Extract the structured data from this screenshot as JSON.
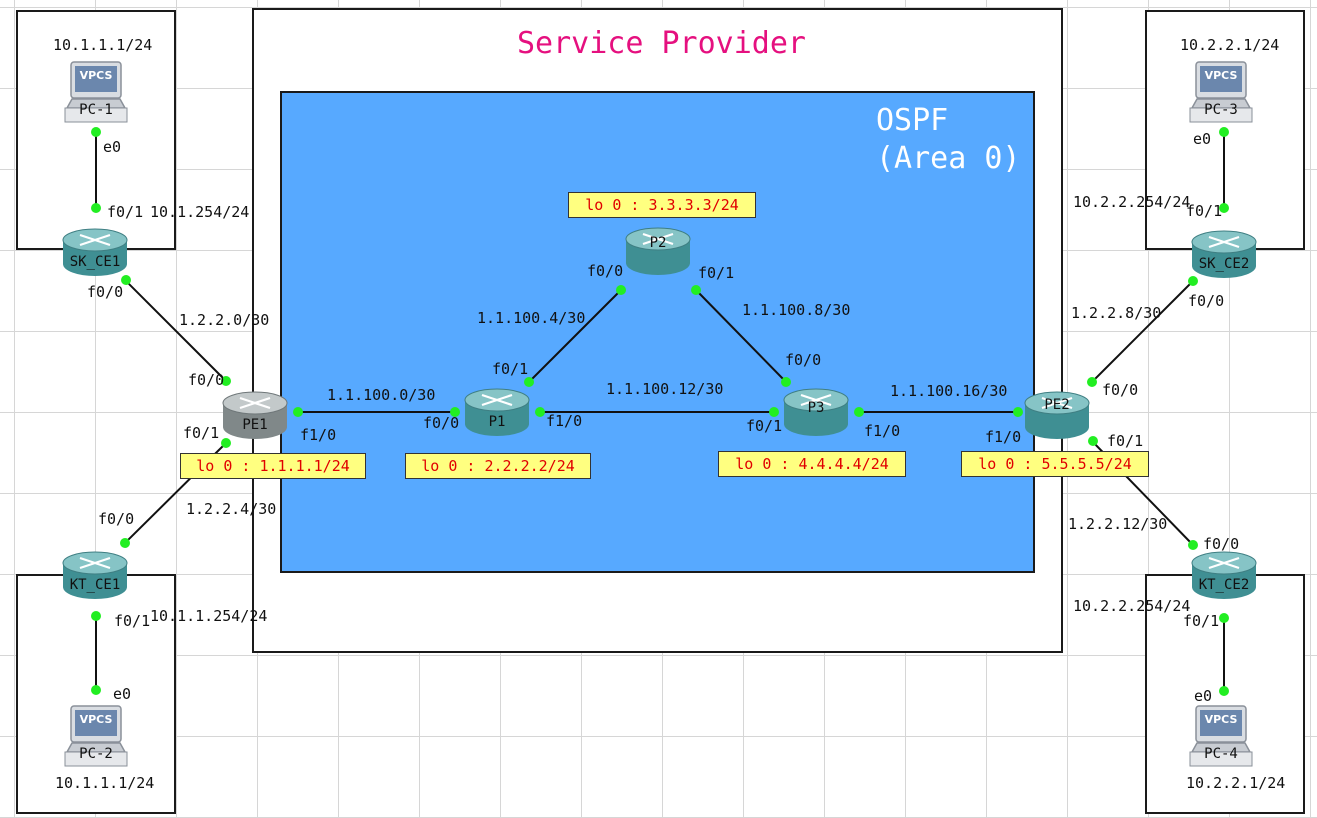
{
  "service_provider_label": "Service Provider",
  "ospf_label": [
    "OSPF",
    "(Area 0)"
  ],
  "devices": {
    "pc1": {
      "name": "PC-1",
      "badge": "VPCS",
      "ip": "10.1.1.1/24"
    },
    "pc2": {
      "name": "PC-2",
      "badge": "VPCS",
      "ip": "10.1.1.1/24"
    },
    "pc3": {
      "name": "PC-3",
      "badge": "VPCS",
      "ip": "10.2.2.1/24"
    },
    "pc4": {
      "name": "PC-4",
      "badge": "VPCS",
      "ip": "10.2.2.1/24"
    },
    "sk_ce1": {
      "name": "SK_CE1",
      "gw": "10.1.254/24"
    },
    "kt_ce1": {
      "name": "KT_CE1",
      "gw": "10.1.1.254/24"
    },
    "sk_ce2": {
      "name": "SK_CE2",
      "gw": "10.2.2.254/24"
    },
    "kt_ce2": {
      "name": "KT_CE2",
      "gw": "10.2.2.254/24"
    },
    "pe1": {
      "name": "PE1",
      "loopback": "lo 0 : 1.1.1.1/24"
    },
    "p1": {
      "name": "P1",
      "loopback": "lo 0 : 2.2.2.2/24"
    },
    "p2": {
      "name": "P2",
      "loopback": "lo 0 : 3.3.3.3/24"
    },
    "p3": {
      "name": "P3",
      "loopback": "lo 0 : 4.4.4.4/24"
    },
    "pe2": {
      "name": "PE2",
      "loopback": "lo 0 : 5.5.5.5/24"
    }
  },
  "subnets": {
    "sk1_pe1": "1.2.2.0/30",
    "kt1_pe1": "1.2.2.4/30",
    "pe2_sk2": "1.2.2.8/30",
    "pe2_kt2": "1.2.2.12/30",
    "pe1_p1": "1.1.100.0/30",
    "p1_p2": "1.1.100.4/30",
    "p2_p3": "1.1.100.8/30",
    "p1_p3": "1.1.100.12/30",
    "p3_pe2": "1.1.100.16/30"
  },
  "ports": {
    "pc1_e0": "e0",
    "sk1_f01": "f0/1",
    "sk1_f00": "f0/0",
    "pe1_f00": "f0/0",
    "pe1_f01": "f0/1",
    "pe1_f10": "f1/0",
    "kt1_f00": "f0/0",
    "kt1_f01": "f0/1",
    "pc2_e0": "e0",
    "p1_f00": "f0/0",
    "p1_f01": "f0/1",
    "p1_f10": "f1/0",
    "p2_f00": "f0/0",
    "p2_f01": "f0/1",
    "p3_f00": "f0/0",
    "p3_f01": "f0/1",
    "p3_f10": "f1/0",
    "pe2_f00": "f0/0",
    "pe2_f01": "f0/1",
    "pe2_f10": "f1/0",
    "sk2_f01": "f0/1",
    "sk2_f00": "f0/0",
    "pc3_e0": "e0",
    "kt2_f00": "f0/0",
    "kt2_f01": "f0/1",
    "pc4_e0": "e0"
  },
  "colors": {
    "title": "#e5107f",
    "ospf_area": "#57a9ff",
    "loopback_box": "#ffff80",
    "loopback_text": "#e00000",
    "port_dot": "#22ee22"
  }
}
